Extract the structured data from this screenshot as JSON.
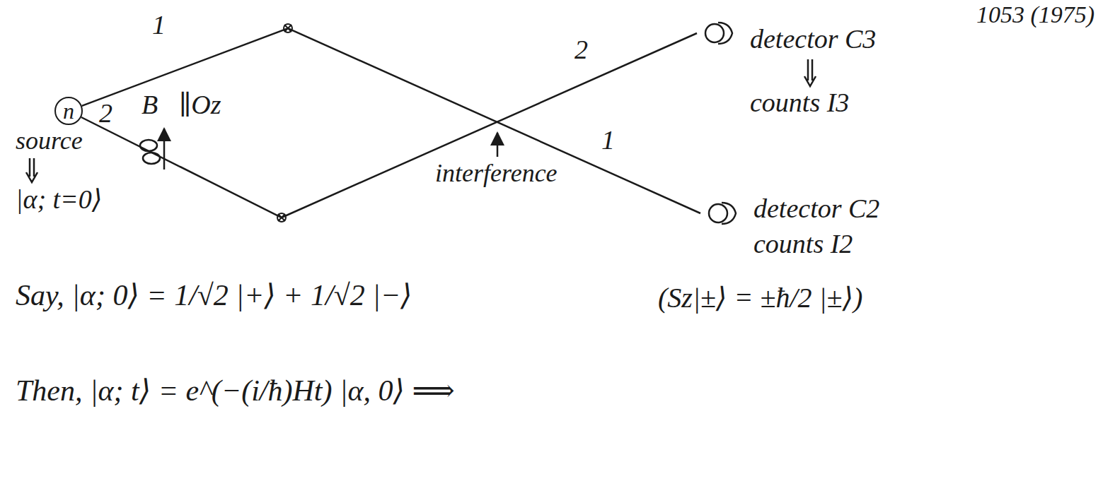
{
  "diagram": {
    "nodes": [
      {
        "text": [
          "n"
        ]
      },
      {
        "text": [
          "detector C3",
          "counts I3"
        ]
      },
      {
        "text": [
          "detector C2",
          "counts I2"
        ]
      }
    ],
    "edges": [
      {
        "from": 0,
        "to": 1,
        "arrow": "none",
        "label": "2"
      },
      {
        "from": 0,
        "to": 2,
        "arrow": "none",
        "label": "1"
      }
    ],
    "labels": [
      "1053 (1975)",
      "1",
      "2",
      "B⃗∥Oz",
      "source",
      "interference",
      "|α; t=0⟩",
      "Say, |α; 0⟩ = 1/√2 |+⟩ + 1/√2 |−⟩",
      "(Sz|±⟩ = ±ħ/2 |±⟩)",
      "Then, |α; t⟩ = e^(−(i/ħ)Ht) |α, 0⟩ ⟹"
    ]
  }
}
